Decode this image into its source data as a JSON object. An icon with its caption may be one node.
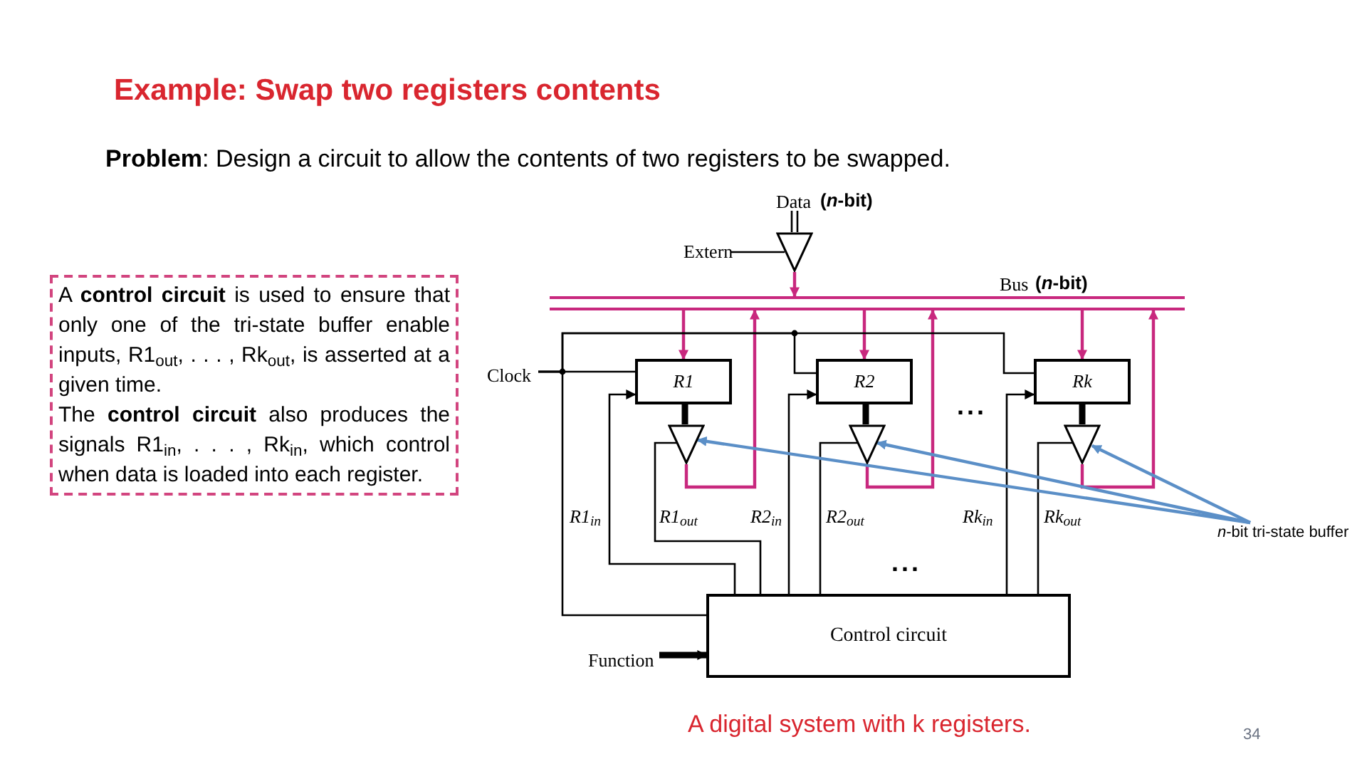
{
  "diagram": {
    "title": "Example: Swap two registers contents",
    "caption": "A digital system with k registers.",
    "nodes": [
      {
        "text": [
          "R1"
        ]
      },
      {
        "text": [
          "R2"
        ]
      },
      {
        "text": [
          "Rk"
        ]
      },
      {
        "text": [],
        "shape": "triangle"
      },
      {
        "text": [],
        "shape": "triangle"
      },
      {
        "text": [],
        "shape": "triangle"
      },
      {
        "text": [],
        "shape": "triangle"
      },
      {
        "text": [],
        "shape": "bar",
        "beside": [
          "Bus",
          "(*n*-bit)"
        ]
      },
      {
        "text": [
          "Control circuit"
        ]
      },
      {
        "text": [
          "*n*-bit tri-state buffer"
        ]
      },
      {
        "text": [
          "A **control circuit** is used to ensure that only one of the tri-state buffer enable inputs, R1$_{out}$, . . . , Rk$_{out}$, is asserted at a given time.",
          "The **control circuit** also produces the signals R1$_{in}$, . . . , Rk$_{in}$, which control when data is loaded into each register."
        ]
      },
      {
        "text": [
          "Function"
        ]
      },
      {
        "text": [
          "Clock"
        ]
      }
    ],
    "edges": [
      {
        "from": 6,
        "to": 7,
        "arrow": "to",
        "color": "#c8287e"
      },
      {
        "from": 7,
        "to": 0,
        "arrow": "to",
        "color": "#c8287e"
      },
      {
        "from": 7,
        "to": 1,
        "arrow": "to",
        "color": "#c8287e"
      },
      {
        "from": 7,
        "to": 2,
        "arrow": "to",
        "color": "#c8287e"
      },
      {
        "from": 0,
        "to": 3,
        "arrow": "none",
        "style": "thick"
      },
      {
        "from": 1,
        "to": 4,
        "arrow": "none",
        "style": "thick"
      },
      {
        "from": 2,
        "to": 5,
        "arrow": "none",
        "style": "thick"
      },
      {
        "from": 3,
        "to": 7,
        "arrow": "to",
        "color": "#c8287e"
      },
      {
        "from": 4,
        "to": 7,
        "arrow": "to",
        "color": "#c8287e"
      },
      {
        "from": 5,
        "to": 7,
        "arrow": "to",
        "color": "#c8287e"
      },
      {
        "from": 8,
        "to": 0,
        "arrow": "to"
      },
      {
        "from": 8,
        "to": 3,
        "arrow": "none"
      },
      {
        "from": 8,
        "to": 1,
        "arrow": "to"
      },
      {
        "from": 8,
        "to": 4,
        "arrow": "none"
      },
      {
        "from": 8,
        "to": 2,
        "arrow": "to"
      },
      {
        "from": 8,
        "to": 5,
        "arrow": "none"
      },
      {
        "from": 11,
        "to": 8,
        "arrow": "to",
        "style": "thick"
      },
      {
        "from": 9,
        "to": 3,
        "arrow": "to",
        "color": "#5b8fc7"
      },
      {
        "from": 9,
        "to": 4,
        "arrow": "to",
        "color": "#5b8fc7"
      },
      {
        "from": 9,
        "to": 5,
        "arrow": "to",
        "color": "#5b8fc7"
      },
      {
        "from": 12,
        "to": 0,
        "arrow": "to"
      },
      {
        "from": 12,
        "to": 1,
        "arrow": "to"
      },
      {
        "from": 12,
        "to": 2,
        "arrow": "to"
      },
      {
        "from": 12,
        "to": 8,
        "arrow": "to"
      }
    ],
    "labels": [
      "**Problem**: Design a circuit to allow the contents of two registers to be swapped.",
      "Data",
      "(*n*-bit)",
      "Extern",
      "...",
      "R1$_{in}$",
      "R1$_{out}$",
      "R2$_{in}$",
      "R2$_{out}$",
      "Rk$_{in}$",
      "Rk$_{out}$",
      "...",
      "34"
    ]
  }
}
